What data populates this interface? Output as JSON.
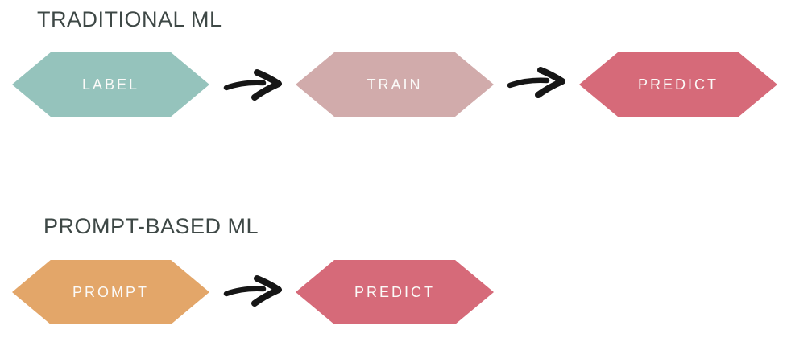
{
  "diagram": {
    "background": "#ffffff",
    "heading_color": "#3e4846",
    "shape_text_color": "#fbfaf8",
    "arrow_color": "#161616",
    "sections": [
      {
        "title": "TRADITIONAL ML",
        "steps": [
          {
            "label": "LABEL",
            "color": "#95c3bc"
          },
          {
            "label": "TRAIN",
            "color": "#d1abab"
          },
          {
            "label": "PREDICT",
            "color": "#d66a79"
          }
        ]
      },
      {
        "title": "PROMPT-BASED ML",
        "steps": [
          {
            "label": "PROMPT",
            "color": "#e3a669"
          },
          {
            "label": "PREDICT",
            "color": "#d66a79"
          }
        ]
      }
    ]
  }
}
